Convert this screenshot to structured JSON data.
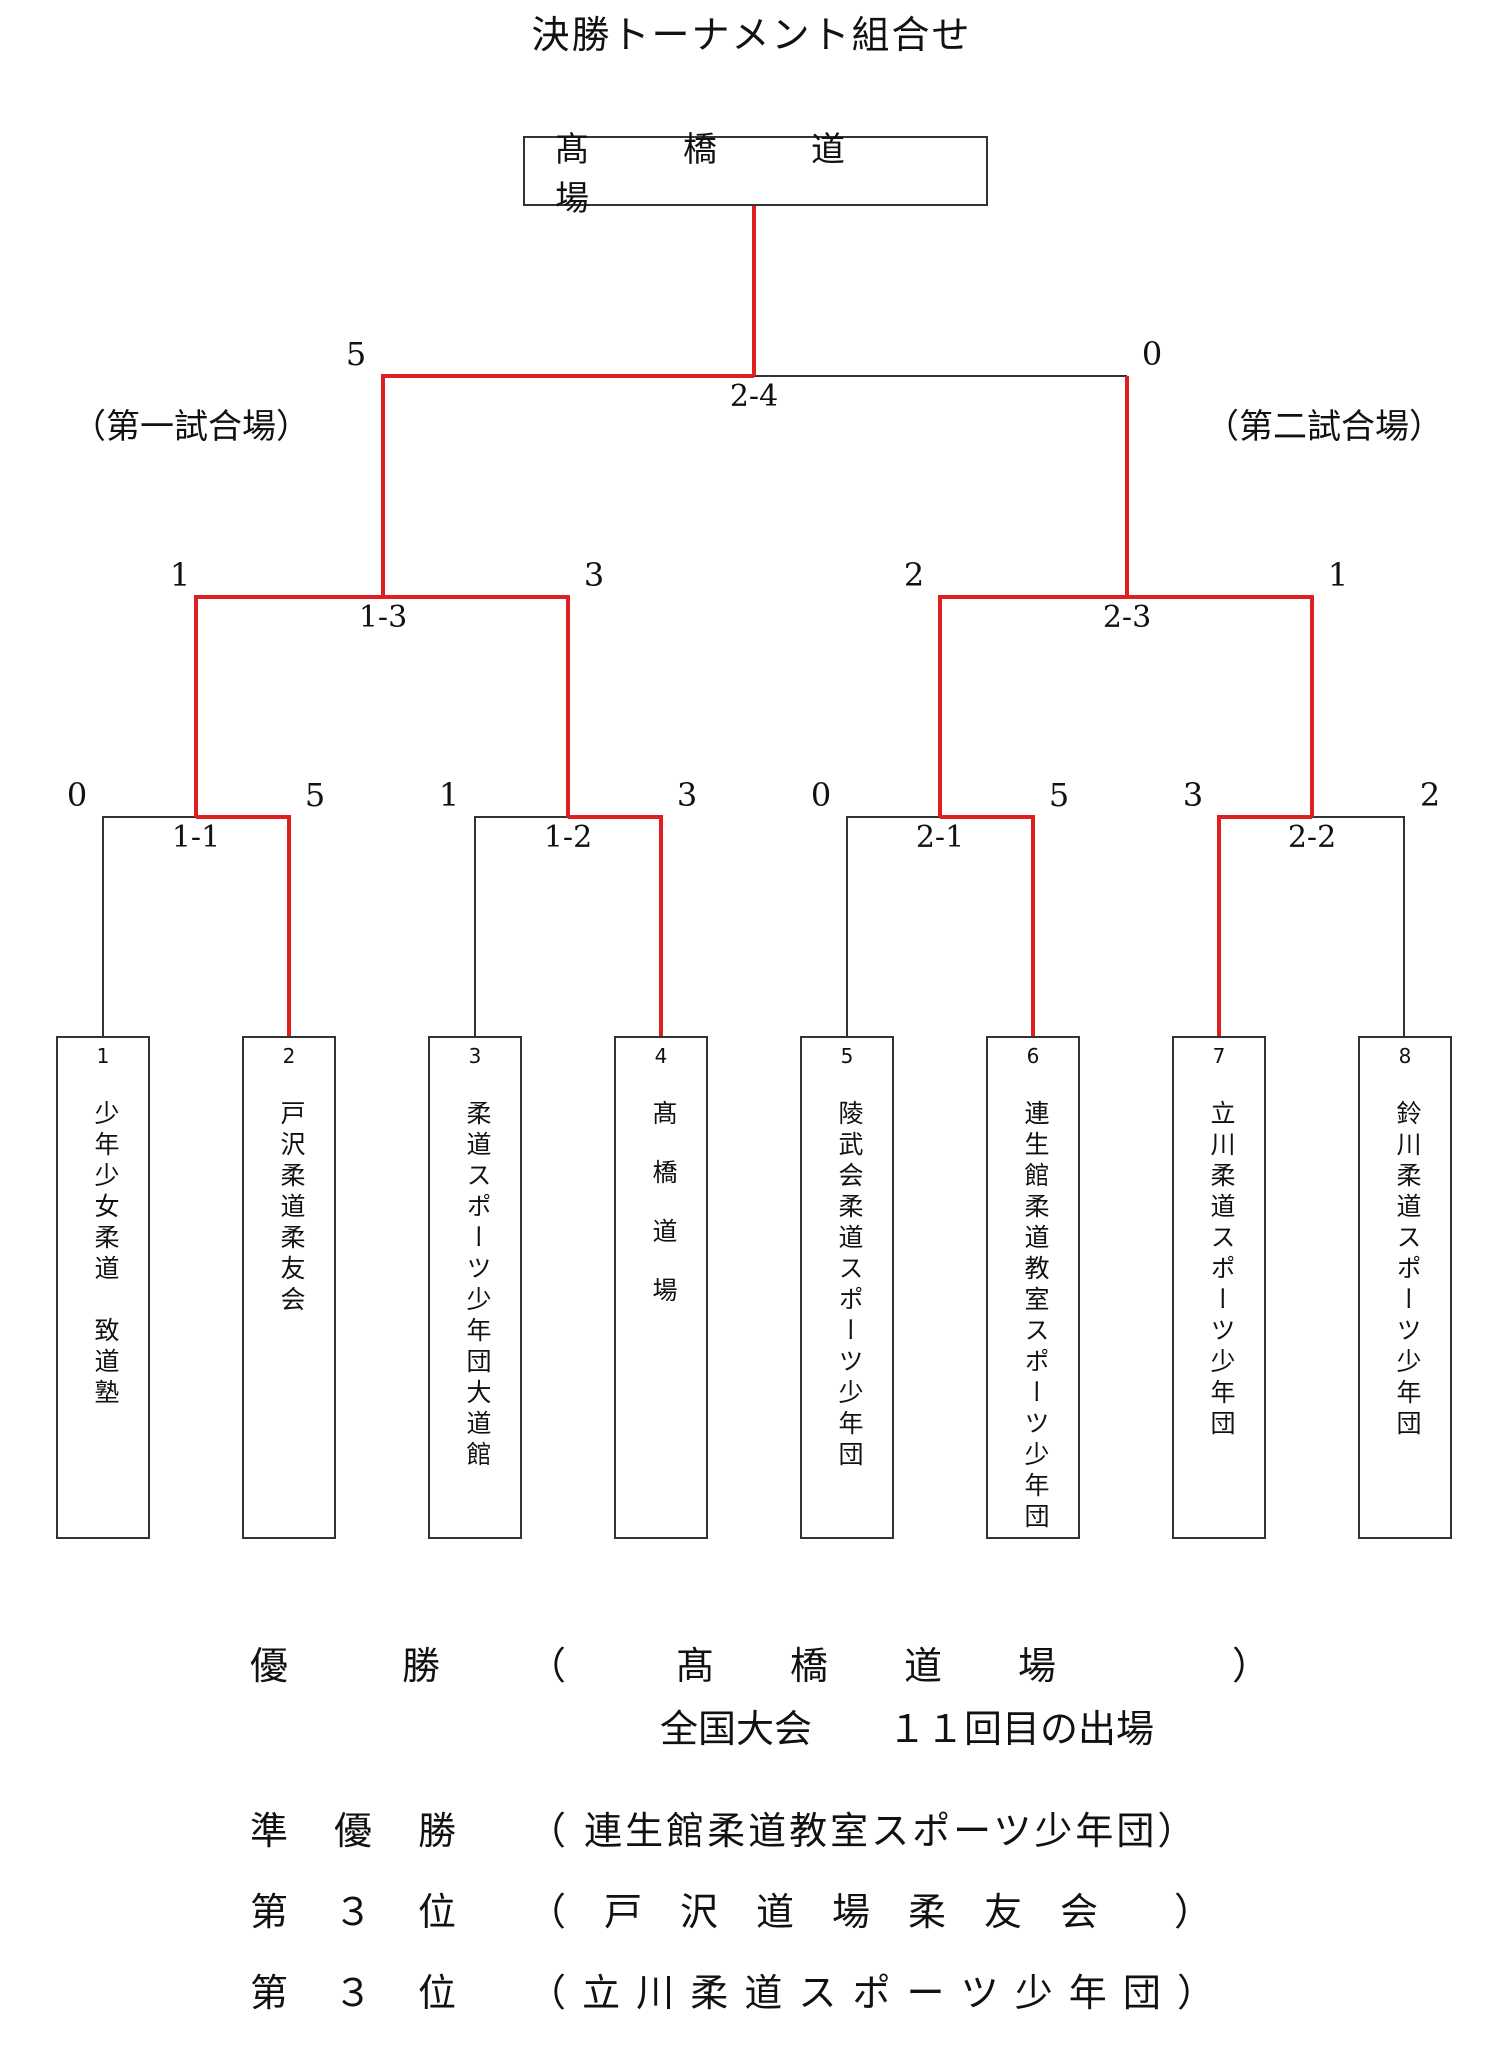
{
  "title": "決勝トーナメント組合せ",
  "champion_box": "髙　橋　道　場",
  "courts": {
    "left": "（第一試合場）",
    "right": "（第二試合場）"
  },
  "colors": {
    "winner_line": "#e02020",
    "line": "#333333"
  },
  "final": {
    "match": "2-4",
    "left_score": "5",
    "right_score": "0"
  },
  "semis": [
    {
      "match": "1-3",
      "left_score": "1",
      "right_score": "3"
    },
    {
      "match": "2-3",
      "left_score": "2",
      "right_score": "1"
    }
  ],
  "quarters": [
    {
      "match": "1-1",
      "left_score": "0",
      "right_score": "5"
    },
    {
      "match": "1-2",
      "left_score": "1",
      "right_score": "3"
    },
    {
      "match": "2-1",
      "left_score": "0",
      "right_score": "5"
    },
    {
      "match": "2-2",
      "left_score": "3",
      "right_score": "2"
    }
  ],
  "teams": [
    {
      "no": "1",
      "name": "少年少女柔道　致道塾"
    },
    {
      "no": "2",
      "name": "戸沢柔道柔友会"
    },
    {
      "no": "3",
      "name": "柔道スポーツ少年団大道館"
    },
    {
      "no": "4",
      "name": "髙橋道場"
    },
    {
      "no": "5",
      "name": "陵武会柔道スポーツ少年団"
    },
    {
      "no": "6",
      "name": "連生館柔道教室スポーツ少年団"
    },
    {
      "no": "7",
      "name": "立川柔道スポーツ少年団"
    },
    {
      "no": "8",
      "name": "鈴川柔道スポーツ少年団"
    }
  ],
  "results": {
    "winner_label": "優　　　勝",
    "winner_open": "（",
    "winner_name": "髙　　橋　　道　　場",
    "winner_close": "）",
    "winner_note": "全国大会　　１１回目の出場",
    "runner_label": "準　優　勝",
    "runner_value": "（ 連生館柔道教室スポーツ少年団）",
    "third1_label": "第　３　位",
    "third1_value": "（　戸　沢　道　場　柔　友　会　　）",
    "third2_label": "第　３　位",
    "third2_value": "（ 立 川 柔 道 ス ポ ー ツ 少 年 団 ）"
  }
}
